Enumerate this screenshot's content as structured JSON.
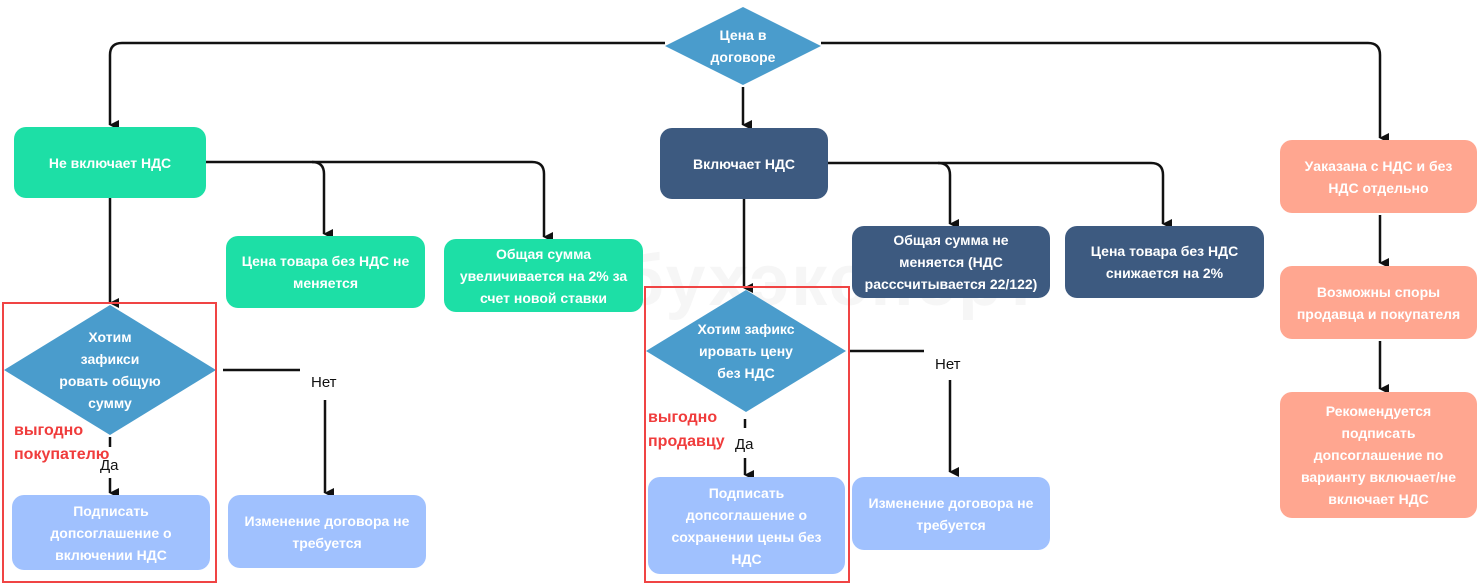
{
  "watermark": "бухэксперт",
  "colors": {
    "green": "#1ddfa6",
    "dark": "#3d5a80",
    "salmon": "#ffa690",
    "light": "#a0c1fe",
    "diamond": "#4a9ccc",
    "highlight": "#f04444"
  },
  "root": {
    "text": "Цена в договоре"
  },
  "branches": {
    "excl": {
      "title": "Не включает НДС",
      "opt1": "Цена товара без НДС не меняется",
      "opt2": "Общая сумма увеличивается на 2% за счет новой ставки",
      "question": "Хотим зафикси ровать общую сумму",
      "yes": "Да",
      "no": "Нет",
      "yes_result": "Подписать допсоглашение о включении НДС",
      "no_result": "Изменение договора не требуется",
      "note": "выгодно покупателю"
    },
    "incl": {
      "title": "Включает НДС",
      "opt1": "Общая сумма не меняется (НДС расссчитывается 22/122)",
      "opt2": "Цена товара без НДС снижается на 2%",
      "question": "Хотим зафикс ировать цену без НДС",
      "yes": "Да",
      "no": "Нет",
      "yes_result": "Подписать допсоглашение о сохранении цены без НДС",
      "no_result": "Изменение договора не требуется",
      "note": "выгодно продавцу"
    },
    "sep": {
      "title": "Уаказана с НДС и без НДС отдельно",
      "step2": "Возможны споры продавца и покупателя",
      "step3": "Рекомендуется подписать допсоглашение по варианту включает/не включает НДС"
    }
  }
}
